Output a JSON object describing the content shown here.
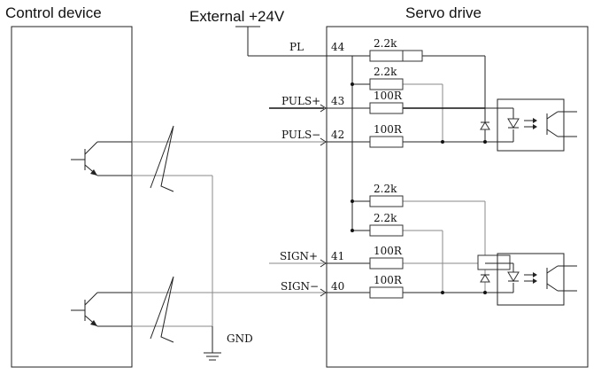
{
  "headers": {
    "control_device": "Control device",
    "external_supply": "External +24V",
    "servo_drive": "Servo drive"
  },
  "signals": {
    "pl": "PL",
    "puls_plus": "PULS+",
    "puls_minus": "PULS−",
    "sign_plus": "SIGN+",
    "sign_minus": "SIGN−",
    "gnd": "GND"
  },
  "pins": {
    "pl": "44",
    "puls_plus": "43",
    "puls_minus": "42",
    "sign_plus": "41",
    "sign_minus": "40"
  },
  "resistors": {
    "r_pl": "2.2k",
    "r_puls_pullup": "2.2k",
    "r_puls_plus": "100R",
    "r_puls_minus": "100R",
    "r_sign_pullup1": "2.2k",
    "r_sign_pullup2": "2.2k",
    "r_sign_plus": "100R",
    "r_sign_minus": "100R"
  }
}
